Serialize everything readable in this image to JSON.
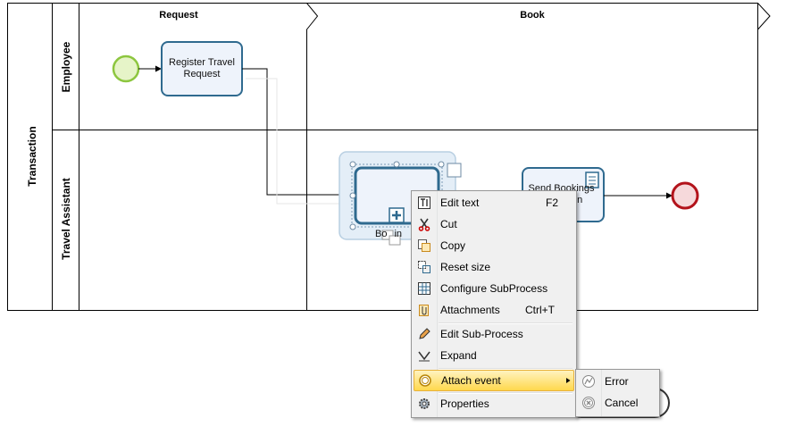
{
  "pool": {
    "label": "Transaction"
  },
  "lanes": [
    {
      "label": "Employee"
    },
    {
      "label": "Travel Assistant"
    }
  ],
  "columns": [
    {
      "label": "Request"
    },
    {
      "label": "Book"
    }
  ],
  "tasks": {
    "register": "Register Travel\nRequest",
    "booking_fragment": "Bo",
    "booking_fragment2": "in",
    "send_bookings_line1": "Send Bookings",
    "send_bookings_line2": "on"
  },
  "context_menu": {
    "items": [
      {
        "label": "Edit text",
        "shortcut": "F2",
        "icon": "edit-text-icon"
      },
      {
        "label": "Cut",
        "shortcut": "",
        "icon": "scissors-icon"
      },
      {
        "label": "Copy",
        "shortcut": "",
        "icon": "copy-icon"
      },
      {
        "label": "Reset size",
        "shortcut": "",
        "icon": "reset-size-icon"
      },
      {
        "label": "Configure SubProcess",
        "shortcut": "",
        "icon": "configure-subprocess-icon"
      },
      {
        "label": "Attachments",
        "shortcut": "Ctrl+T",
        "icon": "attachments-icon"
      },
      {
        "label": "Edit Sub-Process",
        "shortcut": "",
        "icon": "pencil-icon"
      },
      {
        "label": "Expand",
        "shortcut": "",
        "icon": "expand-chevron-icon"
      },
      {
        "label": "Attach event",
        "shortcut": "",
        "icon": "event-ring-icon"
      },
      {
        "label": "Properties",
        "shortcut": "",
        "icon": "gear-icon"
      }
    ]
  },
  "submenu": {
    "items": [
      {
        "label": "Error",
        "icon": "error-event-icon"
      },
      {
        "label": "Cancel",
        "icon": "cancel-event-icon"
      }
    ]
  },
  "colors": {
    "task_border": "#2f6a8f",
    "task_fill": "#eef3fb",
    "start_event": "#8dc63f",
    "end_event": "#b3131b",
    "menu_highlight": "#ffd84d"
  }
}
